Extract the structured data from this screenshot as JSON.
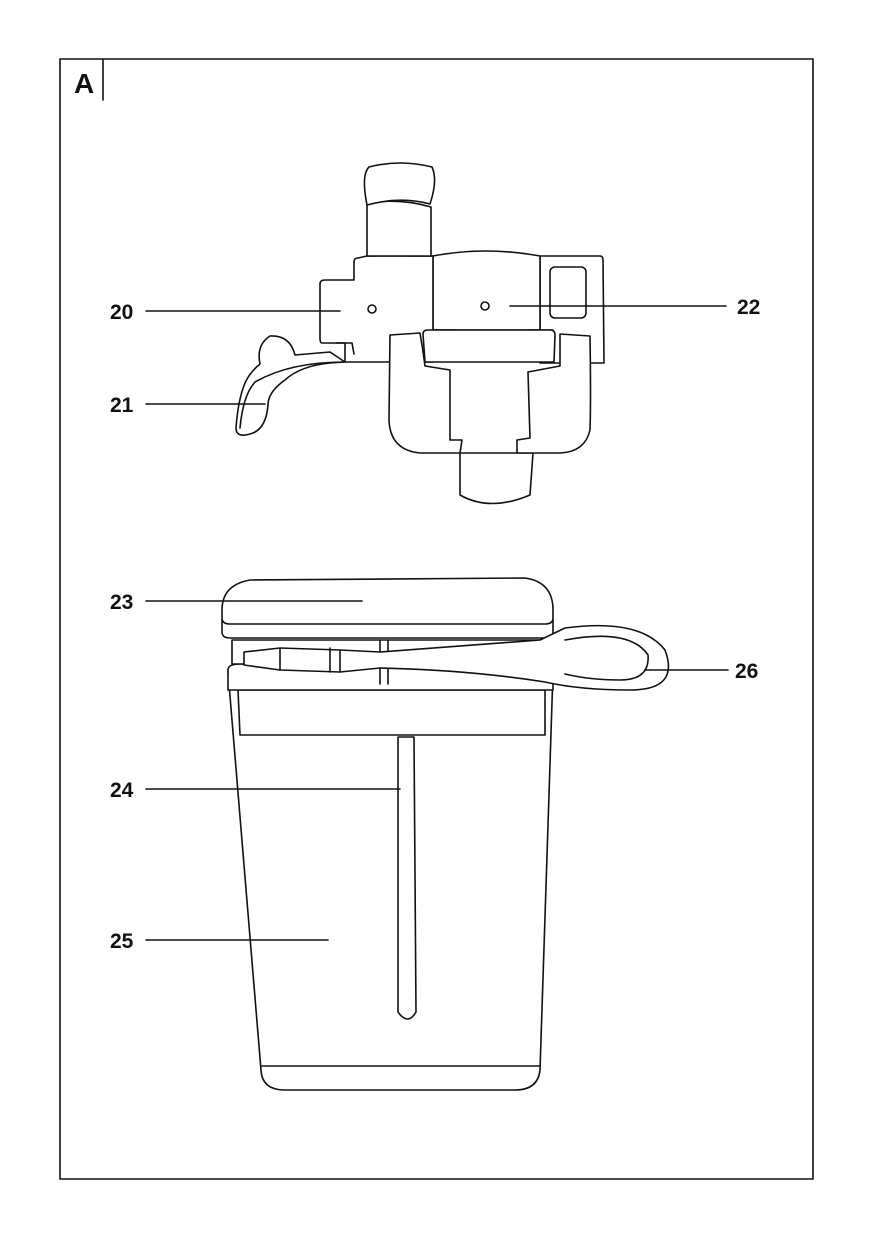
{
  "figure": {
    "panel_letter": "A",
    "callouts": [
      {
        "number": "20",
        "part": "outlet-body"
      },
      {
        "number": "21",
        "part": "lever"
      },
      {
        "number": "22",
        "part": "bracket"
      },
      {
        "number": "23",
        "part": "lid"
      },
      {
        "number": "24",
        "part": "suction-tube"
      },
      {
        "number": "25",
        "part": "container"
      },
      {
        "number": "26",
        "part": "hose"
      }
    ]
  }
}
